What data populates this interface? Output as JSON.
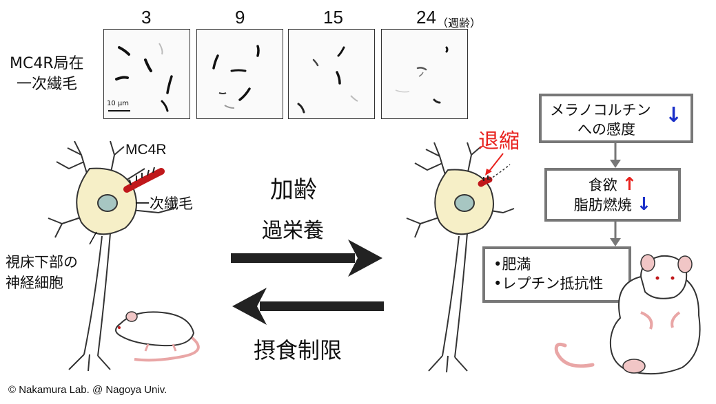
{
  "panels": {
    "ages": [
      "3",
      "9",
      "15",
      "24"
    ],
    "age_unit": "（週齢）",
    "row_label_line1": "MC4R局在",
    "row_label_line2": "一次繊毛",
    "scale_bar": "10 µm"
  },
  "neuron_left": {
    "label_mc4r": "MC4R",
    "label_cilium": "一次繊毛",
    "label_neuron_line1": "視床下部の",
    "label_neuron_line2": "神経細胞"
  },
  "middle": {
    "forward_line1": "加齢",
    "forward_line2": "過栄養",
    "reverse": "摂食制限"
  },
  "neuron_right": {
    "label_retract": "退縮"
  },
  "flow": {
    "box1_line1": "メラノコルチン",
    "box1_line2": "への感度",
    "box2_line1": "食欲",
    "box2_line2": "脂肪燃焼",
    "box3_line1": "•肥満",
    "box3_line2": "•レプチン抵抗性",
    "up_arrow": "↑",
    "down_arrow": "↓"
  },
  "colors": {
    "accent_red": "#e8211d",
    "accent_blue": "#1a2fc9",
    "neuron_fill": "#f6efc7",
    "cilium_red": "#c0181b"
  },
  "footer": {
    "credit": "© Nakamura Lab. @ Nagoya Univ."
  }
}
